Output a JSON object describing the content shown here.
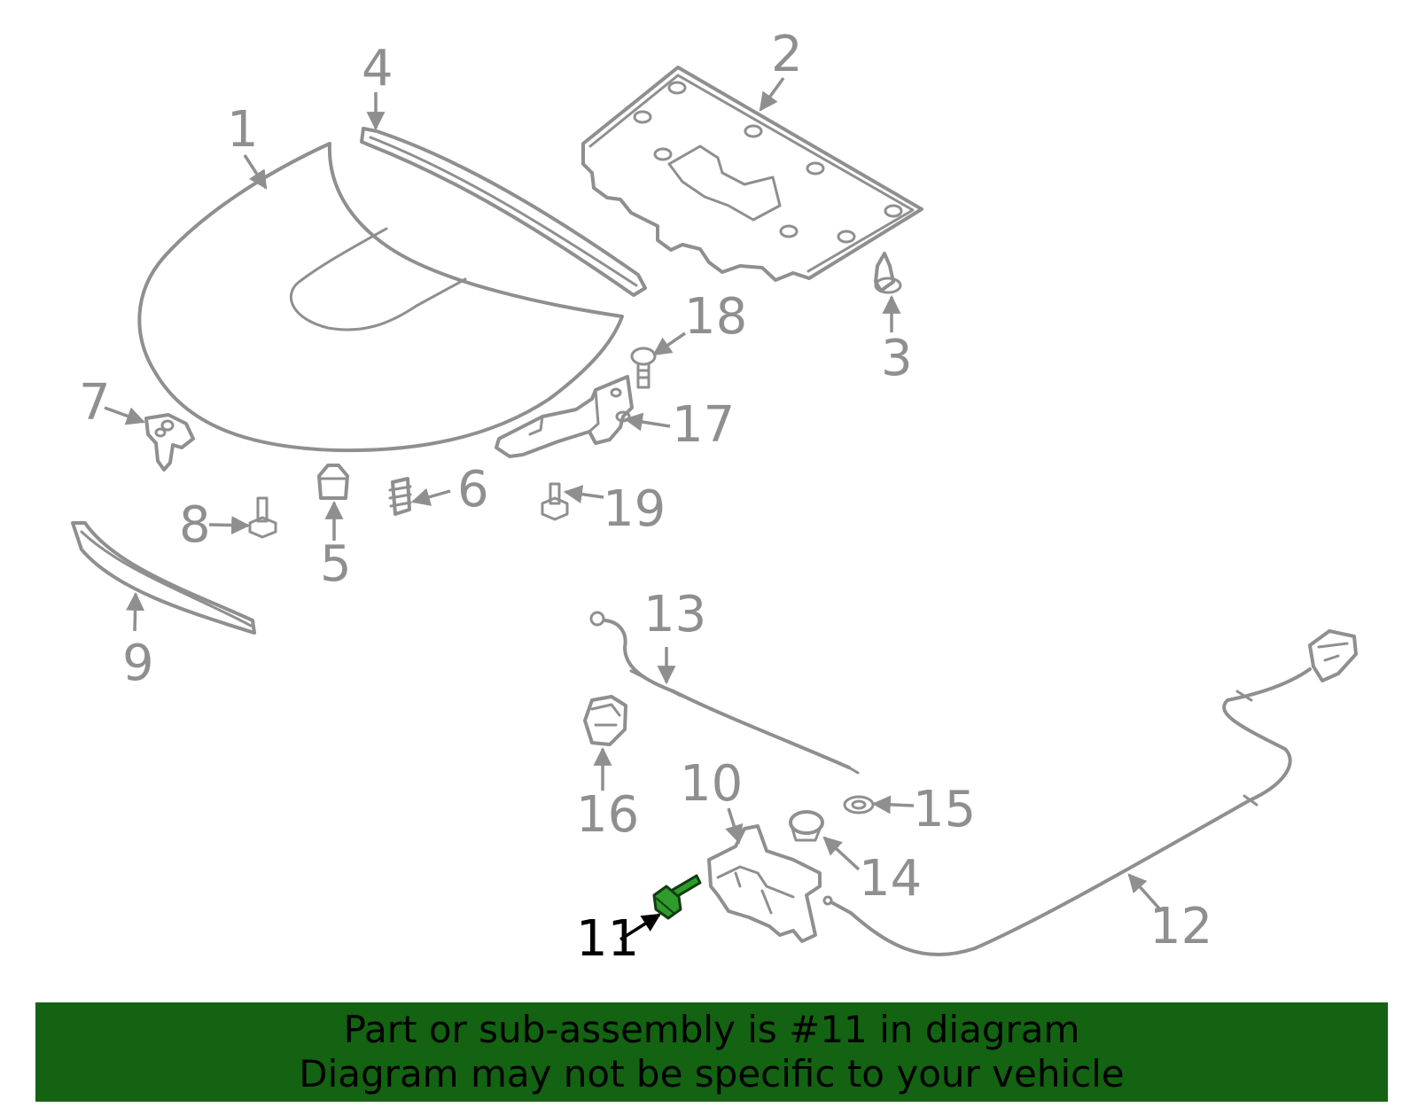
{
  "diagram": {
    "callouts": [
      "1",
      "2",
      "3",
      "4",
      "5",
      "6",
      "7",
      "8",
      "9",
      "10",
      "11",
      "12",
      "13",
      "14",
      "15",
      "16",
      "17",
      "18",
      "19"
    ],
    "highlighted_part": "11",
    "part_color": "#8f8f8f",
    "highlight_color": "#2e9b2a"
  },
  "banner": {
    "line1": "Part or sub-assembly is #11 in diagram",
    "line2": "Diagram may not be specific to your vehicle",
    "background": "#136312"
  }
}
